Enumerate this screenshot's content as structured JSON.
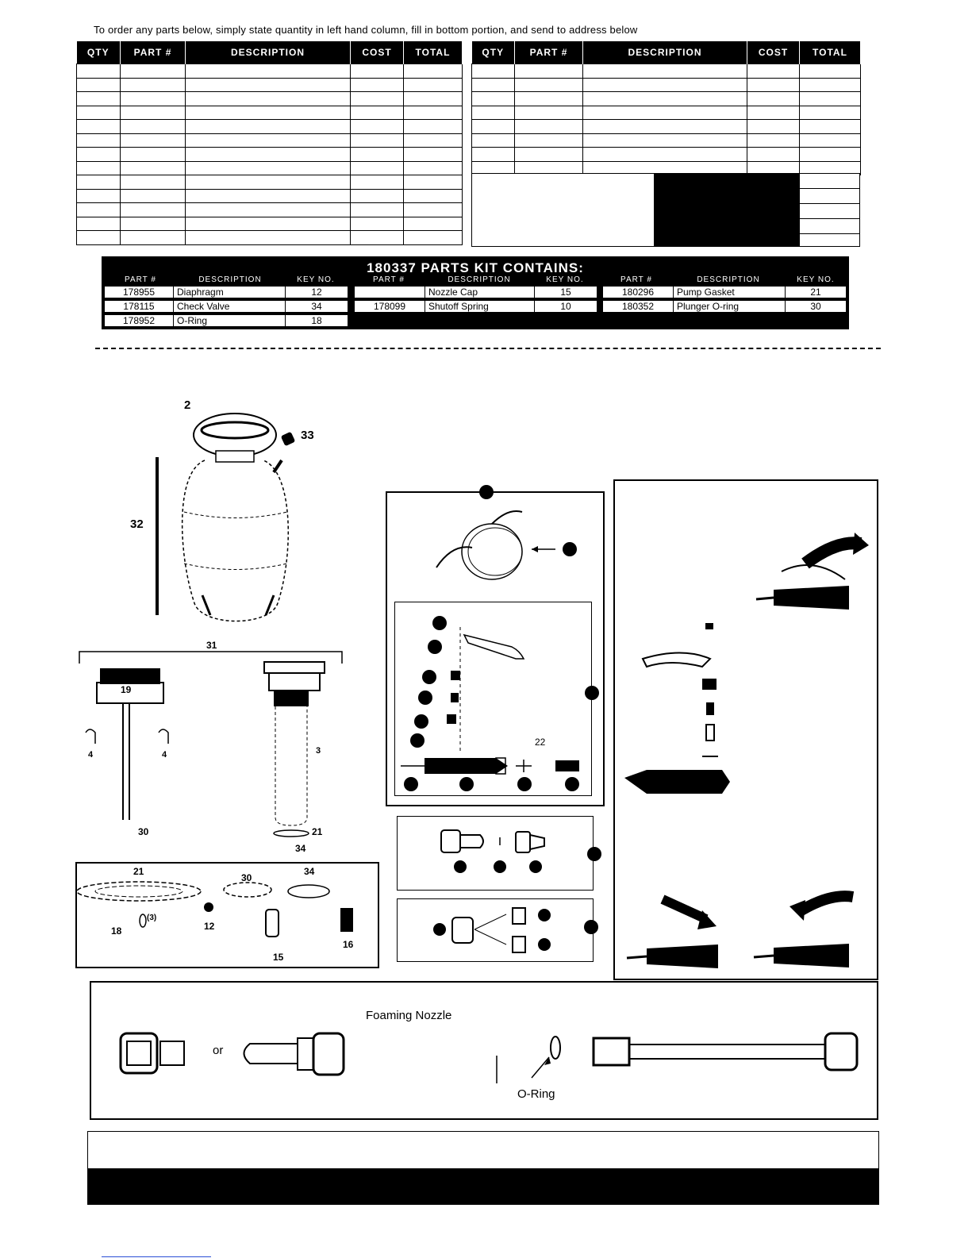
{
  "instructions": "To order any parts below, simply state quantity in left hand column, fill in bottom portion, and send to address below",
  "order_table": {
    "headers": [
      "QTY",
      "PART #",
      "DESCRIPTION",
      "COST",
      "TOTAL"
    ]
  },
  "parts_kit": {
    "title": "180337 PARTS KIT CONTAINS:",
    "headers": [
      "PART #",
      "DESCRIPTION",
      "KEY NO."
    ],
    "rows": [
      [
        "178955",
        "Diaphragm",
        "12"
      ],
      [
        "178115",
        "Check Valve",
        "34"
      ],
      [
        "178952",
        "O-Ring",
        "18"
      ],
      [
        "",
        "Nozzle Cap",
        "15"
      ],
      [
        "178099",
        "Shutoff Spring",
        "10"
      ],
      [
        "180296",
        "Pump Gasket",
        "21"
      ],
      [
        "180352",
        "Plunger O-ring",
        "30"
      ]
    ]
  },
  "diagram": {
    "labels": {
      "tank_lid": "2",
      "cap": "33",
      "wand": "32",
      "pump_assembly": "31",
      "pump_head": "19",
      "clip_left": "4",
      "clip_right": "4",
      "cylinder": "3",
      "plunger_rod": "30",
      "gasket": "21",
      "valve": "34",
      "kit_gasket": "21",
      "kit_oring": "30",
      "kit_valve": "34",
      "kit_small_oring": "18",
      "kit_small_oring_qty": "(3)",
      "kit_diaphragm": "12",
      "kit_nozzle": "15",
      "kit_spring": "16",
      "shutoff_num": "22"
    },
    "foaming_nozzle": "Foaming Nozzle",
    "or_text": "or",
    "o_ring": "O-Ring"
  }
}
